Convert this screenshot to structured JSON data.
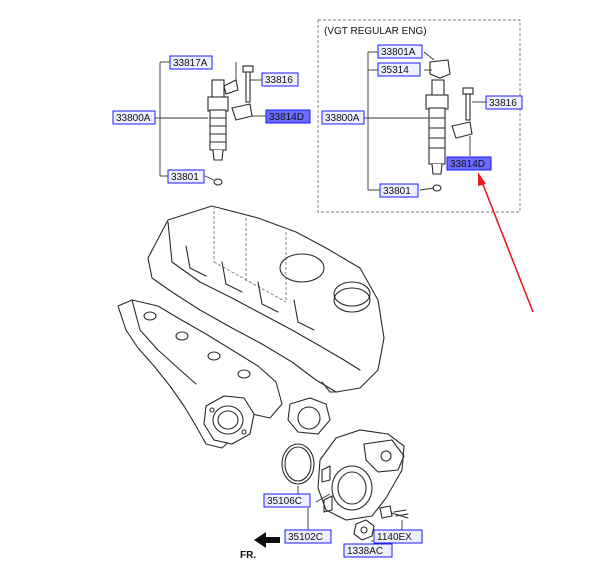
{
  "variant": {
    "caption": "(VGT REGULAR ENG)"
  },
  "labels": {
    "l33817A": "33817A",
    "l33816a": "33816",
    "l33800Aa": "33800A",
    "l33814Da": "33814D",
    "l33801a": "33801",
    "l33801A": "33801A",
    "l35314": "35314",
    "l33816b": "33816",
    "l33800Ab": "33800A",
    "l33814Db": "33814D",
    "l33801b": "33801",
    "l35106C": "35106C",
    "l35102C": "35102C",
    "l1140EX": "1140EX",
    "l1338AC": "1338AC"
  },
  "front_marker": "FR.",
  "colors": {
    "label_border": "#1a1aff",
    "label_fill": "#eef0ff",
    "highlight_fill": "#6b6bff",
    "arrow": "#e02020"
  }
}
